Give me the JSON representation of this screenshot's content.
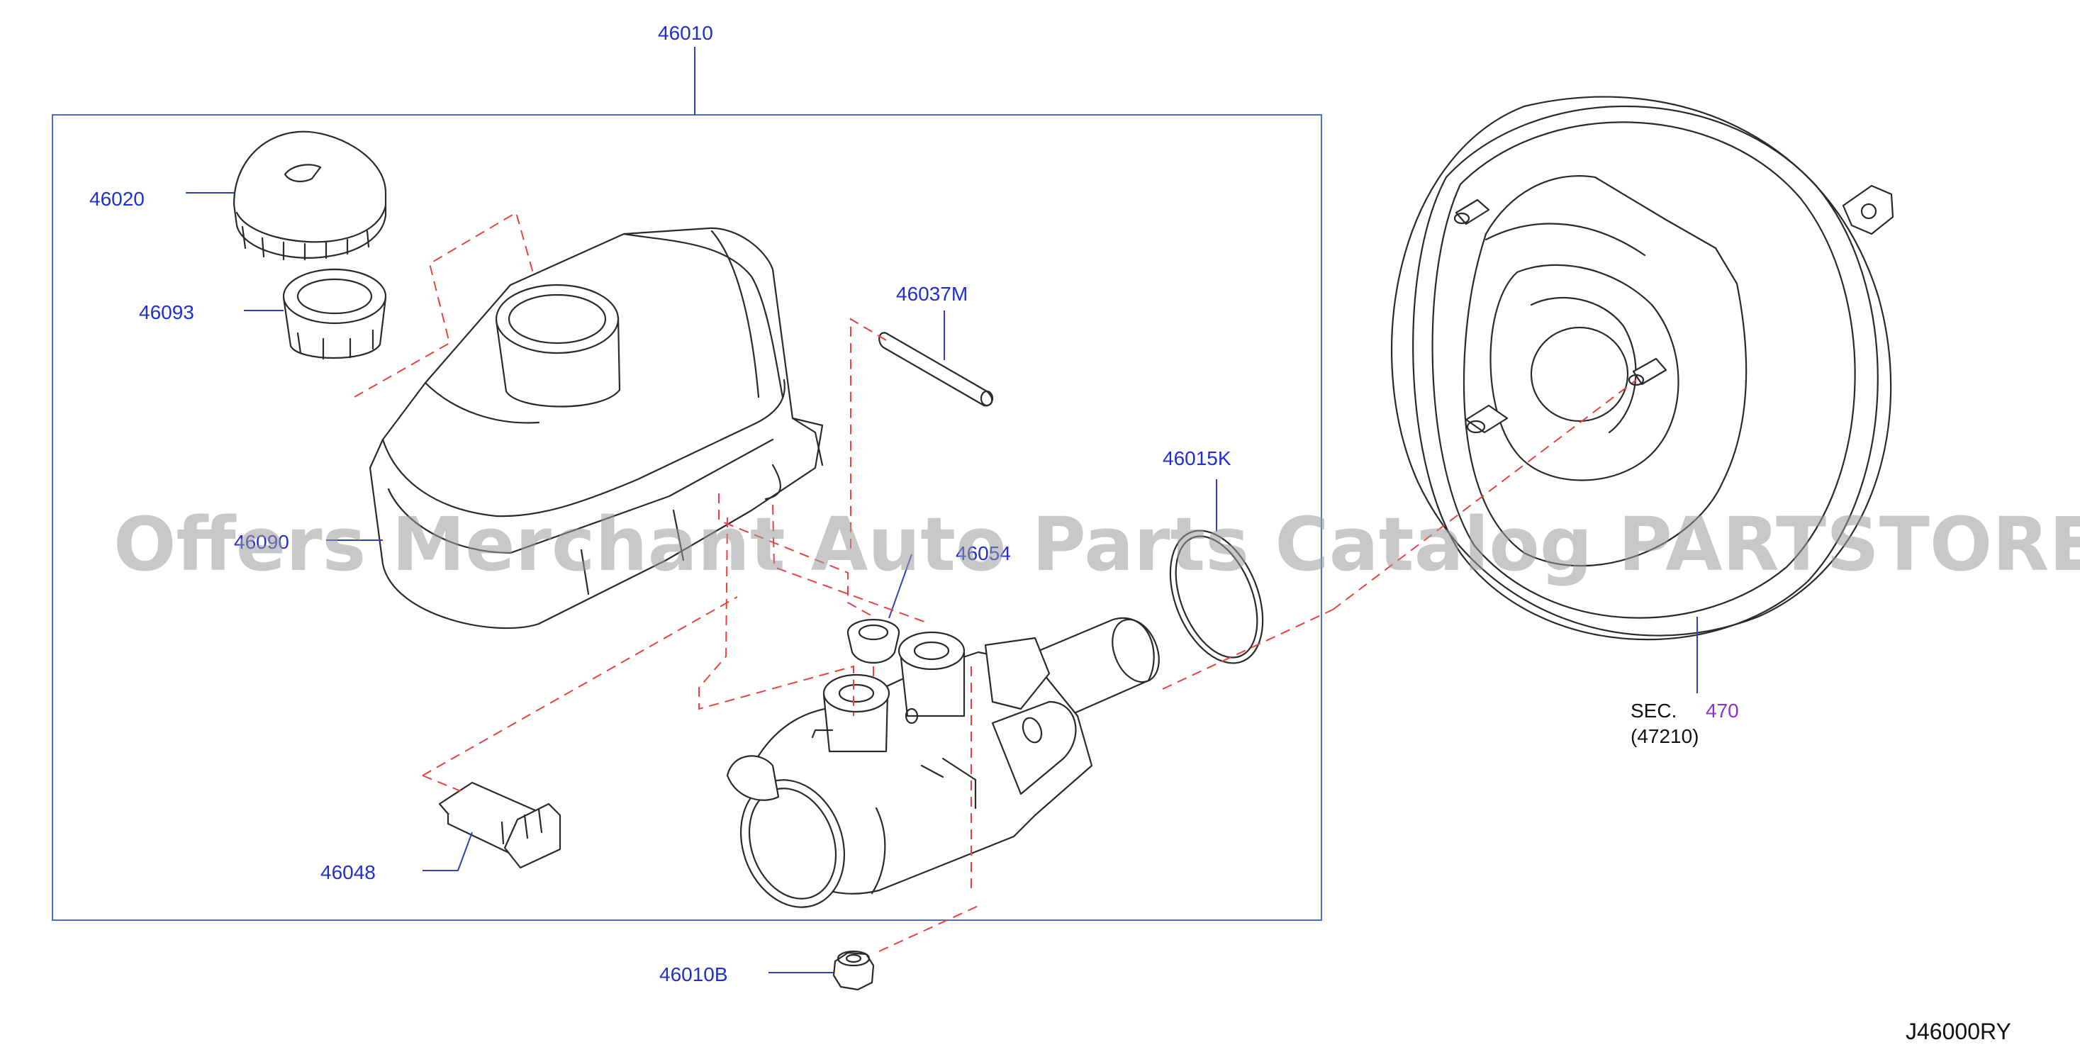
{
  "diagram": {
    "labels": {
      "assembly": "46010",
      "cap": "46020",
      "strainer": "46093",
      "pin": "46037M",
      "reservoir": "46090",
      "o_ring": "46015K",
      "grommet": "46054",
      "sensor": "46048",
      "nut": "46010B",
      "booster_sec": "SEC.",
      "booster_sec_num": "470",
      "booster_sub": "(47210)",
      "diagram_code": "J46000RY"
    },
    "watermark": "Offers Merchant Auto Parts Catalog PARTSTORE.SA",
    "colors": {
      "label": "#1f2fd0",
      "leader": "#2f3fbf",
      "frame": "#4a6fc7",
      "dash": "#e8433c",
      "sec_link": "#8b2fd9"
    }
  }
}
